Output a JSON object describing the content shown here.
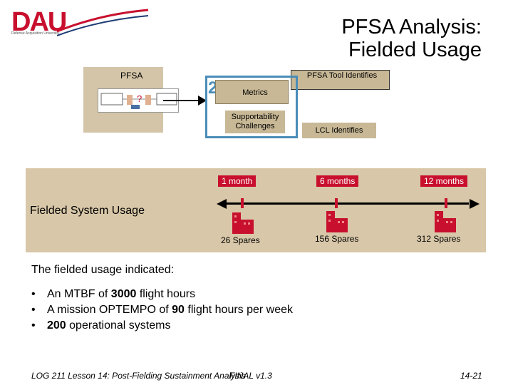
{
  "header": {
    "logo_text": "DAU",
    "logo_subtitle": "Defense Acquisition University",
    "title_line1": "PFSA Analysis:",
    "title_line2": "Fielded Usage"
  },
  "diagram": {
    "pfsa_label": "PFSA",
    "step_number": "2",
    "metrics_label": "Metrics",
    "tool_label": "PFSA Tool Identifies",
    "supportability_label": "Supportability Challenges",
    "lcl_label": "LCL Identifies",
    "thumb_question": "?"
  },
  "timeline": {
    "label": "Fielded System Usage",
    "points": [
      {
        "period": "1 month",
        "spares": "26 Spares"
      },
      {
        "period": "6 months",
        "spares": "156 Spares"
      },
      {
        "period": "12 months",
        "spares": "312 Spares"
      }
    ]
  },
  "body": {
    "intro": "The fielded usage indicated:",
    "bullets": [
      {
        "pre": "An MTBF of ",
        "bold": "3000",
        "post": " flight hours"
      },
      {
        "pre": "A mission OPTEMPO of ",
        "bold": "90",
        "post": " flight hours per week"
      },
      {
        "pre": "",
        "bold": "200",
        "post": " operational systems"
      }
    ],
    "bullet_glyph": "•"
  },
  "footer": {
    "course": "LOG 211 Lesson 14: Post-Fielding Sustainment Analysis",
    "version": "FINAL v1.3",
    "page": "14-21"
  },
  "colors": {
    "brand_red": "#c8102e",
    "accent_blue": "#4a8db8",
    "band_tan": "#d8c7a8"
  }
}
